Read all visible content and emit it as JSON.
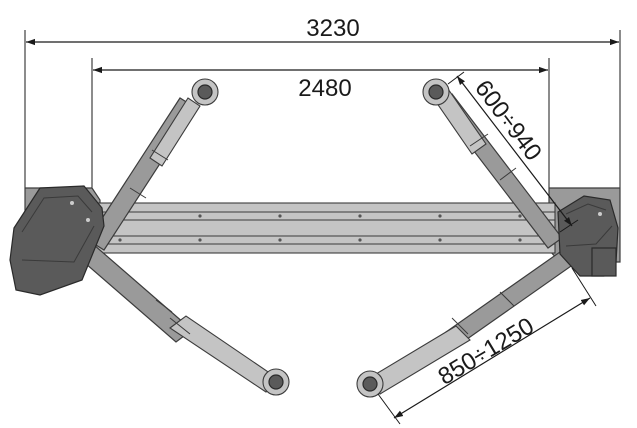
{
  "dimensions": {
    "overall_width": "3230",
    "inner_width": "2480",
    "upper_arm_range": "600÷940",
    "lower_arm_range": "850÷1250"
  },
  "colors": {
    "line": "#1a1a1a",
    "metal": "#9a9a9a",
    "metal_light": "#c4c4c4",
    "metal_dark": "#5a5a5a",
    "background": "#ffffff"
  }
}
